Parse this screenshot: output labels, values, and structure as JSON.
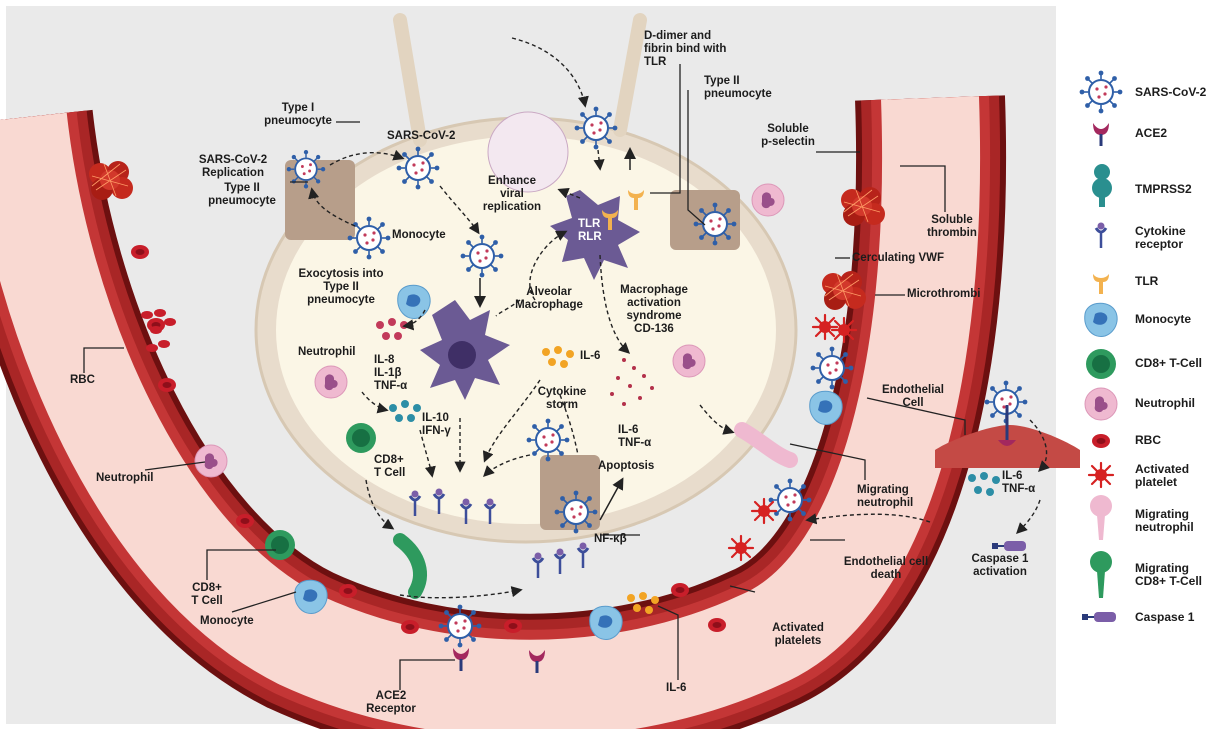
{
  "diagram": {
    "labels": {
      "dimer": "D-dimer and\nfibrin bind with\nTLR",
      "type2_top": "Type II\npneumocyte",
      "type1": "Type I\npneumocyte",
      "sars_top": "SARS-CoV-2",
      "replication": "SARS-CoV-2\nReplication",
      "type2_left": "Type II\npneumocyte",
      "monocyte_in": "Monocyte",
      "exocytosis": "Exocytosis into\nType II\npneumocyte",
      "enhance": "Enhance\nviral\nreplication",
      "tlr_rlr": "TLR\nRLR",
      "alveolar": "Alveolar\nMacrophage",
      "mas": "Macrophage\nactivation\nsyndrome\nCD-136",
      "il8": "IL-8\nIL-1β\nTNF-α",
      "neutrophil_in": "Neutrophil",
      "il6_a": "IL-6",
      "cytokine_storm": "Cytokine\nstorm",
      "il10": "IL-10\nIFN-γ",
      "il6_tnf": "IL-6\nTNF-α",
      "cd8_in": "CD8+\nT Cell",
      "apoptosis": "Apoptosis",
      "nfkb": "NF-κβ",
      "soluble_p": "Soluble\np-selectin",
      "soluble_thrombin": "Soluble\nthrombin",
      "vwf": "Cerculating VWF",
      "microthrombi": "Microthrombi",
      "endothelial": "Endothelial\nCell",
      "migrating_neutrophil": "Migrating\nneutrophil",
      "endo_death": "Endothelial cell\ndeath",
      "activated_platelets": "Activated\nplatelets",
      "rbc": "RBC",
      "neutrophil_out": "Neutrophil",
      "cd8_out": "CD8+\nT Cell",
      "monocyte_out": "Monocyte",
      "ace2_receptor": "ACE2\nReceptor",
      "il6_bottom": "IL-6",
      "il6_tnf_right": "IL-6\nTNF-α",
      "caspase_act": "Caspase 1\nactivation"
    }
  },
  "legend": [
    {
      "icon": "virus-icon",
      "label": "SARS-CoV-2"
    },
    {
      "icon": "ace2-icon",
      "label": "ACE2"
    },
    {
      "icon": "tmprss2-icon",
      "label": "TMPRSS2"
    },
    {
      "icon": "cytokine-receptor-icon",
      "label": "Cytokine\nreceptor"
    },
    {
      "icon": "tlr-icon",
      "label": "TLR"
    },
    {
      "icon": "monocyte-icon",
      "label": "Monocyte"
    },
    {
      "icon": "cd8-tcell-icon",
      "label": "CD8+ T-Cell"
    },
    {
      "icon": "neutrophil-icon",
      "label": "Neutrophil"
    },
    {
      "icon": "rbc-icon",
      "label": "RBC"
    },
    {
      "icon": "activated-platelet-icon",
      "label": "Activated\nplatelet"
    },
    {
      "icon": "migrating-neutrophil-icon",
      "label": "Migrating\nneutrophil"
    },
    {
      "icon": "migrating-cd8-icon",
      "label": "Migrating\nCD8+ T-Cell"
    },
    {
      "icon": "caspase1-icon",
      "label": "Caspase 1"
    }
  ],
  "colors": {
    "background": "#eaeaea",
    "vessel_dark": "#7a1414",
    "vessel_wall": "#b22a2a",
    "lumen": "#f9d9d2",
    "alveolus": "#fbf6e6",
    "pneumocyte": "#e9dccb",
    "macrophage": "#6b5a94",
    "virus": "#2f5fa8",
    "rbc": "#c81e2a",
    "monocyte": "#8ac4e6",
    "tcell": "#2e9a5e",
    "neutrophil": "#efb9d0",
    "tlr": "#f3b24f",
    "ace2": "#a3285e"
  }
}
